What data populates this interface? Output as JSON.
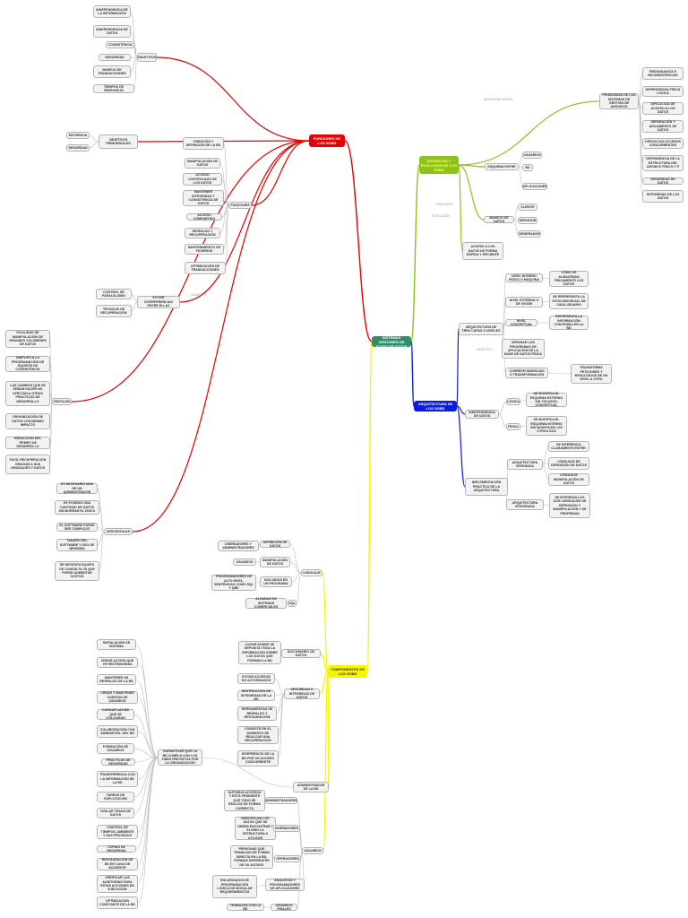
{
  "colors": {
    "red": "#e60000",
    "green": "#8cc21c",
    "blue": "#0d1dd6",
    "yellow": "#f5f500",
    "center": "#2f8f6b",
    "grey": "#bcbcbc"
  },
  "center": "SISTEMAS GESTORES DE BASES DE DATOS",
  "hubs": {
    "funciones": "FUNCIONES DE LOS SGBD",
    "definicion": "DEFINICIÓN Y EVOLUCIÓN DE LOS SGBD",
    "arquitectura": "ARQUITECTURA DE LOS SGBD",
    "componentes": "COMPONENTES DE LOS SGBD"
  },
  "nodes": {
    "n1": "INDEPENDENCIA DE LA INFORMACIÓN",
    "n2": "INDEPENDENCIA DE DATOS",
    "n3": "CONSISTENCIA",
    "n4": "SEGURIDAD",
    "n5": "MANEJO DE TRANSACCIONES",
    "n6": "TIEMPOS DE RESPUESTA",
    "n7": "OBJETIVOS",
    "n8": "EFICIENCIA",
    "n9": "SEGURIDAD",
    "n10": "OBJETIVOS PRIMORDIALES",
    "f1": "CREACIÓN Y DEFINICIÓN DE LA BD",
    "f2": "MANIPULACIÓN DE DATOS",
    "f3": "ACCESO CONTROLADO DE LOS DATOS",
    "f4": "MANTENER INTEGRIDAD Y CONSISTENCIA DE DATOS",
    "f5": "ACCESO COMPARTIDO",
    "f6": "RESPALDO Y RECUPERACIÓN",
    "f7": "MANTENIMIENTO DE FICHEROS",
    "f8": "OPTIMIZACIÓN DE TRANSACCIONES",
    "f9": "FUNCIONES",
    "c1": "CONTROL DE PARALELISMO",
    "c2": "TÉCNICAS DE RECUPERACIÓN",
    "c3": "EVITAR INTERFERENCIAS ENTRE ELLAS",
    "v1": "FACILIDAD DE MANIPULACIÓN DE GRANDES VOLÚMENES DE DATOS",
    "v2": "SIMPLIFICA LA PROGRAMACIÓN DE EQUIPOS DE CONSISTENCIA",
    "v3": "LAS CAMBIOS QUE SE DEBAN HACER NO AFECTAN A OTRAS PRÁCTICAS DE DESARROLLO",
    "v4": "ORGANIZACIÓN DE DATOS CON MÍNIMO IMPACTO",
    "v5": "REDUCCIÓN DEL TIEMPO DE DESARROLLO",
    "v6": "FÁCIL RECUPERACIÓN GRACIAS A SUS LENGUAJES Y DATOS",
    "v7": "VENTAJAS",
    "d1": "ES NECESARIO MAS DE UN ADMINISTRADOR",
    "d2": "ES POSIBLE UNA CANTIDAD DE DATOS SIN BORRAR EL DISCO",
    "d3": "EL SOFTWARE PUEDE SER COMPLEJO",
    "d4": "TAMAÑO DEL SOFTWARE Y USO DE MEMORIA",
    "d5": "SE NECESITA EQUIPO DE CONSULTA YA QUE PUEDE AUMENTAR COSTOS",
    "d6": "DESVENTAJAS",
    "p1": "PROBLEMAS DE LOS SISTEMAS DE GESTIÓN DE ARCHIVOS",
    "p2": "REDUNDANCIA E INCONSISTENCIAS",
    "p3": "DEPENDENCIA FÍSICA LÓGICA",
    "p4": "DIFICULTAD DE ACCESO A LOS DATOS",
    "p5": "SEPARACIÓN Y AISLAMIENTO DE DATOS",
    "p6": "DIFICULTAD ACCESOS CONCURRENTES",
    "p7": "DEPENDENCIA DE LA ESTRUCTURA DEL ARCHIVO FÍSICO Y P",
    "p8": "SEGURIDAD DE DATOS",
    "p9": "INTEGRIDAD DE LOS DATOS",
    "e1": "USUARIOS",
    "e2": "BD",
    "e3": "APLICACIONES",
    "e4": "ESQUEMA ENTRE",
    "e5": "CLIENTE",
    "e6": "SERVIDOR",
    "e7": "MANEJO DE DATOS",
    "e8": "ACCESO A LOS DATOS DE FORMA RÁPIDA Y EFICIENTE",
    "e9": "GENERADOR",
    "a1": "NIVEL INTERNO FÍSICO O MÁQUINA",
    "a2": "CÓMO SE ALMACENAN FÍSICAMENTE LOS DATOS",
    "a3": "NIVEL EXTERNO O DE VISIÓN",
    "a4": "SE REPRESENTA LA VISTA INDIVIDUAL DE CADA USUARIO",
    "a5": "NIVEL CONCEPTUAL",
    "a6": "REPRESENTA LA INFORMACIÓN CONTENIDA EN LA BD",
    "a7": "SEPARAR LOS PROGRAMAS DE APLICACIÓN DE LA BASE DE DATOS FÍSICA",
    "a8": "CORRESPONDENCIAS O TRANSFORMACIÓN",
    "a9": "TRANSFORMA PETICIONES Y RESULTADOS DE UN NIVEL A OTRO",
    "a10": "ARQUITECTURA DE TRES CAPAS O NIVELES",
    "a11": "INDEPENDENCIA DE DATOS",
    "a12": "LÓGICA",
    "a13": "SE MODIFICA EL ESQUEMA EXTERNO SIN TOCAR EL CONCEPTUAL",
    "a14": "FÍSICA",
    "a15": "SE MODIFICA EL ESQUEMA INTERNO SIN MODIFICAR LOS OTROS DOS",
    "i1": "IMPLEMENTACIÓN PRÁCTICA DE LA ARQUITECTURA",
    "i2": "ARQUITECTURA SEPARADA",
    "i3": "SE DIFERENCIA CLARAMENTE ENTRE:",
    "i4": "LENGUAJE DE DEFINICIÓN DE DATOS",
    "i5": "LENGUAJE MANIPULACIÓN DE DATOS",
    "i6": "ARQUITECTURA INTEGRADA",
    "i7": "SE INTEGRAN LOS DOS LENGUAJES DE DEFINICIÓN Y MANIPULACIÓN Y DE PROPIEDAD",
    "l1": "DISEÑADORES Y ADMINISTRADORES",
    "l2": "DEFINICIÓN DE DATOS",
    "l3": "USUARIOS",
    "l4": "MANIPULACIÓN DE DATOS",
    "l5": "PROGRAMADORES DE ALTO NIVEL, SENTENCIAS COMO SQL Y QBE",
    "l6": "INCLUIDOS EN UN PROGRAMA",
    "l7": "ALGUNAS DE SISTEMAS COMERCIALES",
    "l8": "SQL",
    "l9": "LENGUAJE",
    "m1": "LUGAR DONDE SE DEPOSITA TODA LA INFORMACIÓN SOBRE LOS DATOS QUE FORMAN LA BD",
    "m2": "DICCIONARIO DE DATOS",
    "s1": "EVITAR ACCESOS NO AUTORIZADOS",
    "s2": "DESTRUCCIÓN DE INTEGRIDAD DE LA BD",
    "s3": "HERRAMIENTAS DE RESPALDO Y RESTAURACIÓN",
    "s4": "CONSISTE EN EL MOMENTO DE REALIZAR UNA RECUPERACIÓN",
    "s5": "DESPERDICIO DE LA BD POR UN ACCESO CONCURRENTE",
    "s6": "SEGURIDAD E INTEGRIDAD DE DATOS",
    "g1": "INSTALACIÓN DE SISTEMA",
    "g2": "CREAR ACCIÓN QUE YE RESTRINGIRÁS",
    "g3": "MANTENER UN RESPALDO DE LA BD",
    "g4": "CREAR Y MANTENER CUENTAS DE USUARIOS",
    "g5": "CARGAR LAS BD QUE SE UTILIZARÁN",
    "g6": "COLABORACIÓN CON ADMINISTRA. DEL BD",
    "g7": "FORMACIÓN DE USUARIOS",
    "g8": "PRÁCTICAS DE SEGURIDAD",
    "g9": "TRANSFERENCIA CON LA INFORMACIÓN DE LA BD",
    "g10": "TAREAS DE EXPLOTACIÓN",
    "g11": "VIGILAR TRANS DE DATOS",
    "g12": "CONTROL DE TIEMPOS, AMBIENTE Y SUS PROCESOS",
    "g13": "COPIAS DE SEGURIDAD",
    "g14": "RESTAURACIÓN DE BD EN CASO DE INCIDENTE",
    "g15": "VERIFICAR LAS AUDITORÍAS PARA ESTAS ACCIONES EN EJECUCIÓN",
    "g16": "OPTIMIZACIÓN CONSTANTE DE LA BD",
    "g17": "GARANTIZAR QUE LA BD CUMPLA CON LOS FINES PREVISTOS POR LA ORGANIZACIÓN",
    "g18": "ADMINISTRADOR DE LA BD",
    "u1": "AUTORIZA ACCESOS Y ESTÁ PENDIENTE QUE TODO SE REALICE DE FORMA CORRECTA",
    "u2": "ADMINISTRADORES",
    "u3": "IDENTIFICAN LOS DATOS QUE SE DEBEN ENCONTRAR Y ELIGEN LA ESTRUCTURA A UTILIZAR",
    "u4": "DISEÑADORES",
    "u5": "PERSONAS QUE TRABAJAN DE FORMA DIRECTA EN LA BD, FORMAS DIFERENTES DE SU ACCESO",
    "u6": "OPERADORES",
    "u7": "ENCARGADOS DE PROGRAMACIÓN LÓGICA DE MODULAR REQUERIMIENTOS",
    "u8": "ANALISTAS Y PROGRAMADORES DE APLICACIONES",
    "u9": "TRABAJAN CON LA BD",
    "u10": "USUARIOS FINALES",
    "u11": "USUARIOS"
  },
  "labels": {
    "t1": "NECESIDAD SURGE",
    "t2": "CARGADOR",
    "t3": "EVOLUCIÓN",
    "t4": "OBJETIVO",
    "t5": "OBJETIVO"
  }
}
